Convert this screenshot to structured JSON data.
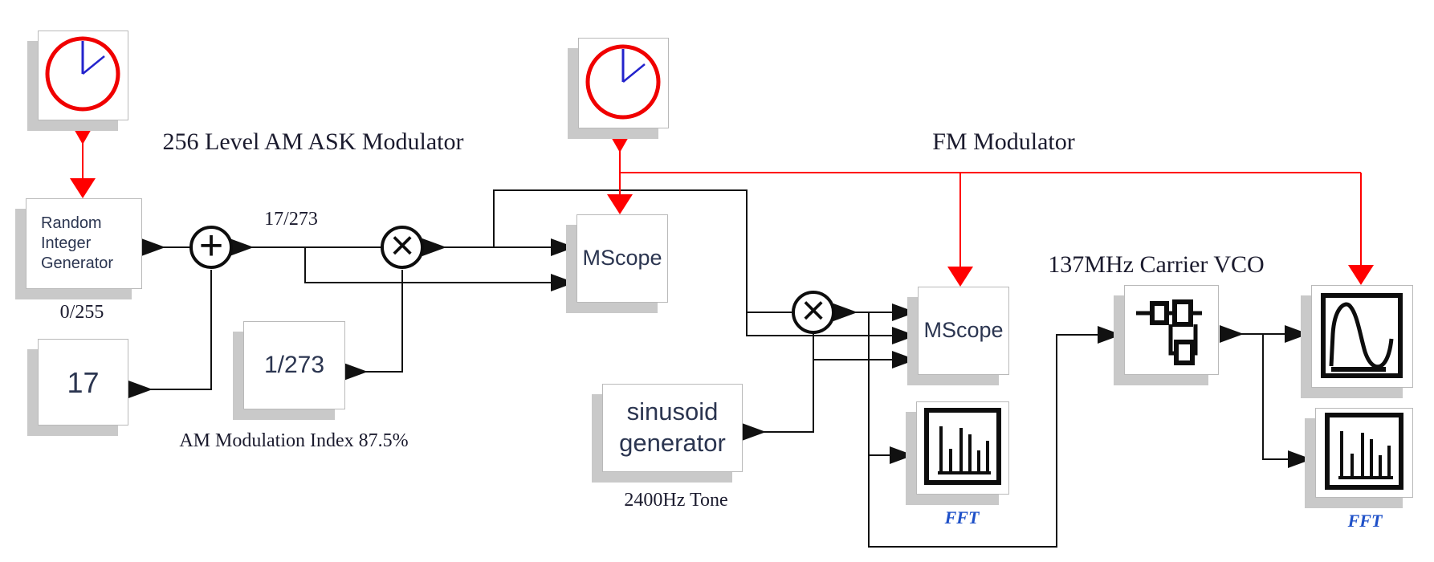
{
  "titles": {
    "am": "256 Level AM ASK Modulator",
    "fm": "FM Modulator",
    "vco": "137MHz Carrier VCO"
  },
  "annotations": {
    "sum_out": "17/273",
    "rig_range": "0/255",
    "am_index": "AM Modulation Index 87.5%",
    "tone": "2400Hz Tone",
    "fft1": "FFT",
    "fft2": "FFT"
  },
  "blocks": {
    "random_integer_generator": {
      "line1": "Random",
      "line2": "Integer",
      "line3": "Generator"
    },
    "constant": {
      "label": "17"
    },
    "gain": {
      "label": "1/273"
    },
    "mscope1": {
      "label": "MScope"
    },
    "mscope2": {
      "label": "MScope"
    },
    "sinusoid": {
      "line1": "sinusoid",
      "line2": "generator"
    }
  },
  "operators": {
    "sum": "+",
    "product": "×"
  },
  "icons": {
    "clock1": "clock-icon",
    "clock2": "clock-icon",
    "fft1": "spectrum-bars-icon",
    "fft2": "spectrum-bars-icon",
    "scope_sine": "sine-wave-icon",
    "vco": "vco-circuit-icon"
  },
  "colors": {
    "wire_black": "#111111",
    "signal_red": "#ff0000",
    "clock_ring_red": "#f00000",
    "clock_hand_blue": "#2323cc",
    "fft_label_blue": "#1e50c8",
    "block_shadow_gray": "#c9c9c9",
    "block_text": "#2b3550",
    "annotation_text": "#1b1b2e"
  }
}
